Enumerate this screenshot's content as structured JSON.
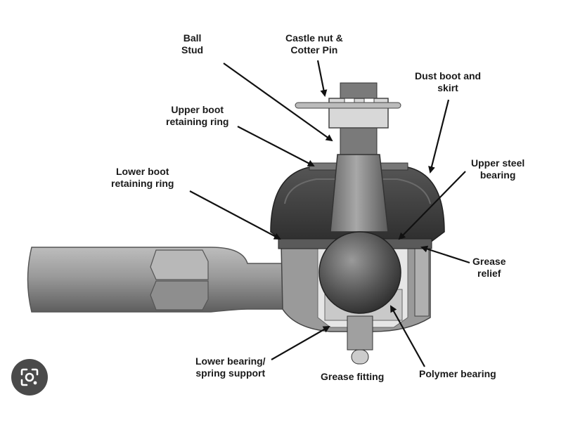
{
  "diagram": {
    "labels": {
      "ball_stud": [
        "Ball",
        "Stud"
      ],
      "castle_nut": [
        "Castle nut &",
        "Cotter Pin"
      ],
      "dust_boot": [
        "Dust boot and",
        "skirt"
      ],
      "upper_boot_ring": [
        "Upper boot",
        "retaining ring"
      ],
      "lower_boot_ring": [
        "Lower boot",
        "retaining ring"
      ],
      "upper_steel_bearing": [
        "Upper steel",
        "bearing"
      ],
      "grease_relief": [
        "Grease",
        "relief"
      ],
      "lower_bearing": [
        "Lower bearing/",
        "spring support"
      ],
      "grease_fitting": [
        "Grease fitting"
      ],
      "polymer_bearing": [
        "Polymer bearing"
      ]
    }
  },
  "lens_button": {
    "icon": "camera-lens-icon"
  },
  "colors": {
    "label": "#1a1a1a",
    "metal": "#8c8c8c",
    "boot": "#3c3c3c",
    "lens_bg": "#4a4a4a"
  }
}
